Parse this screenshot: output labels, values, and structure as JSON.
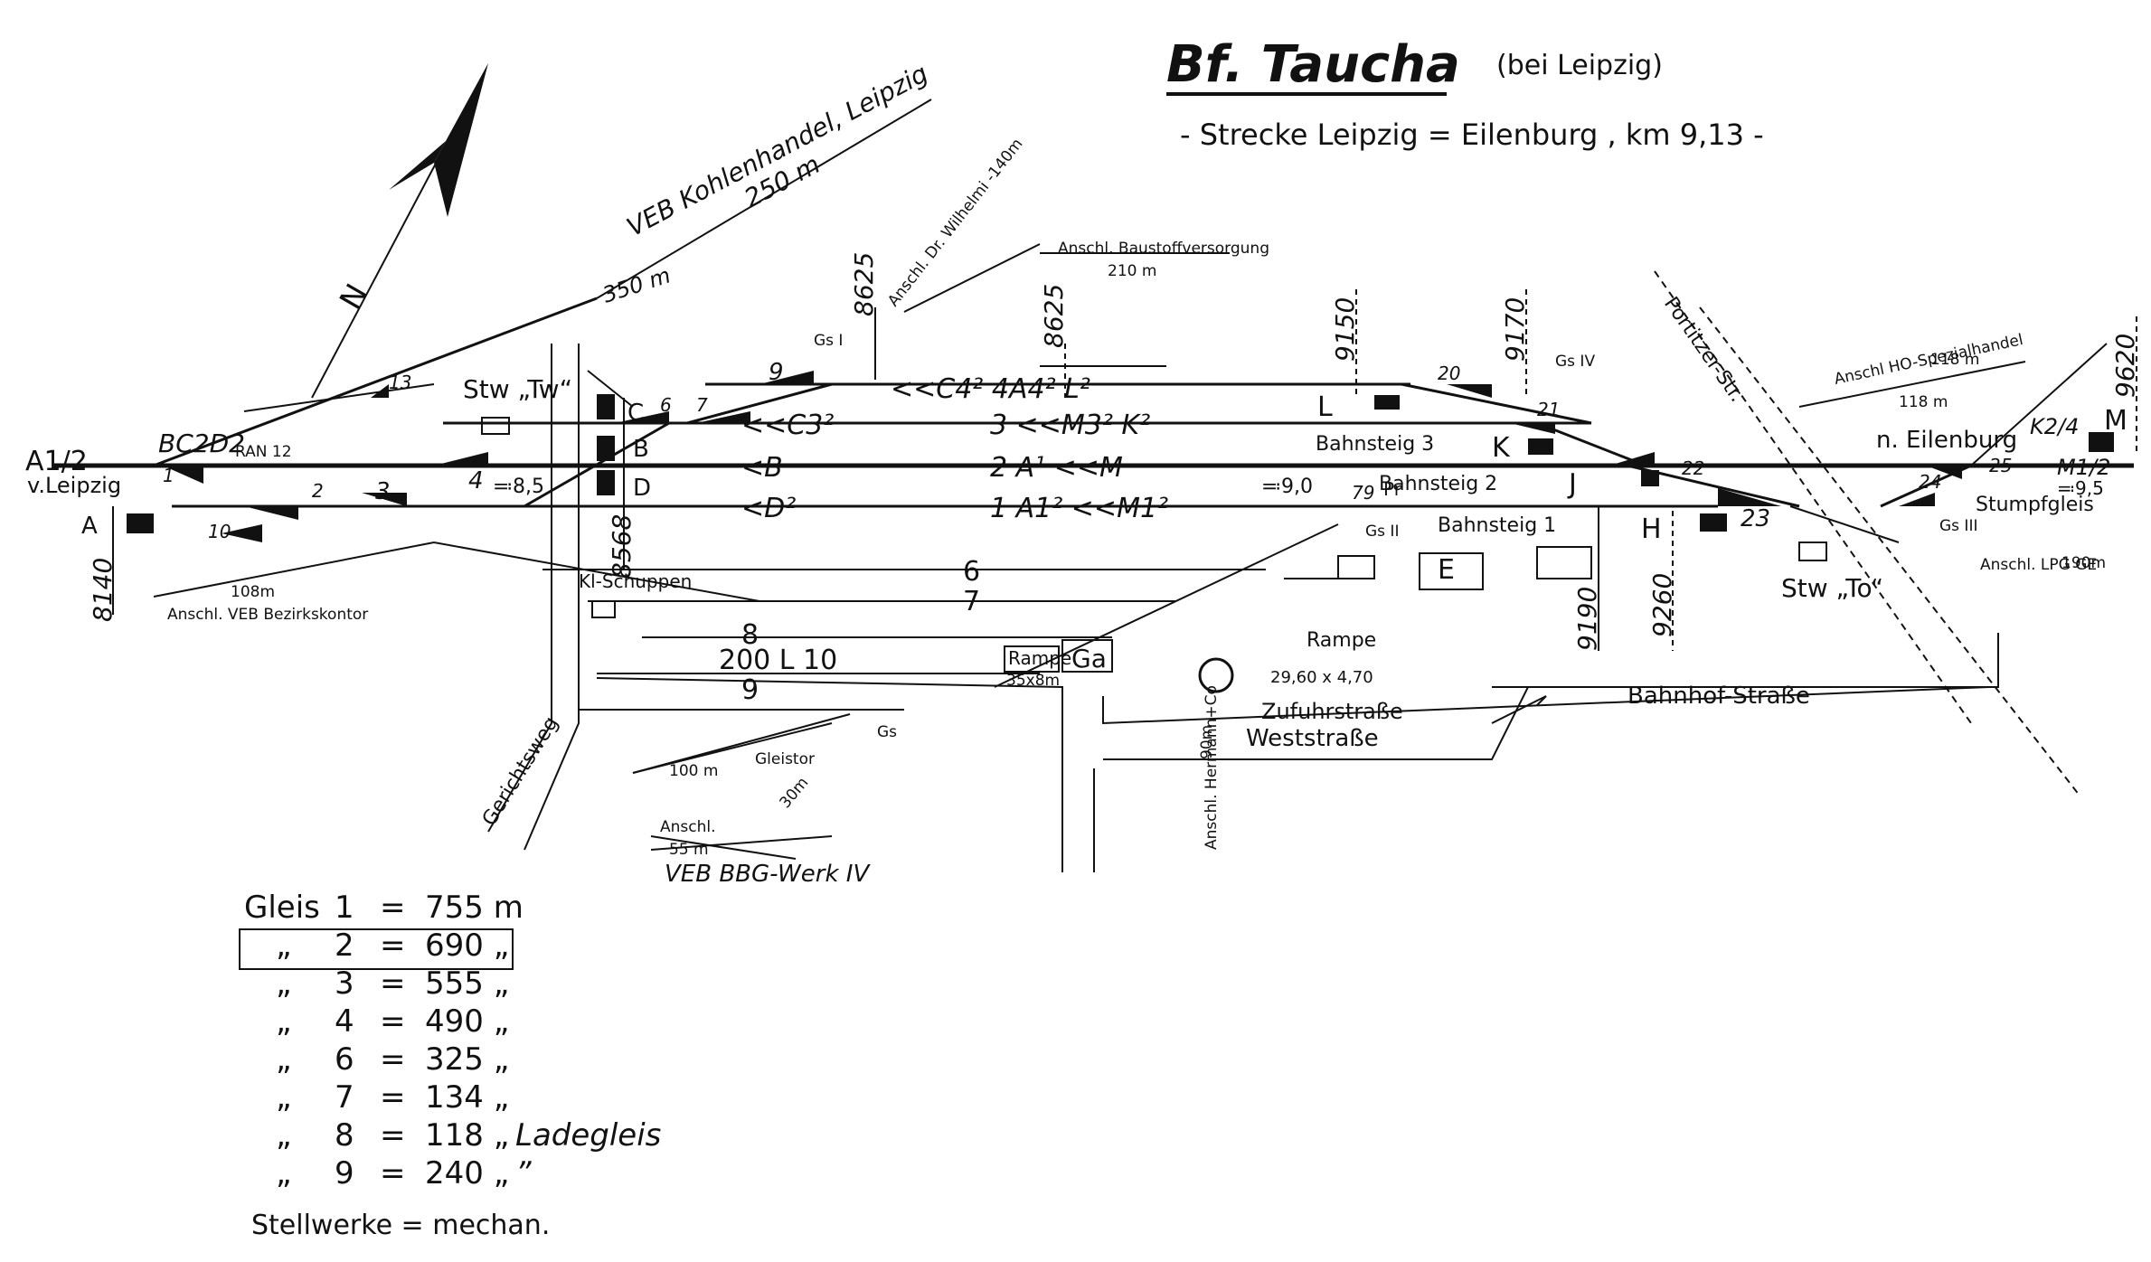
{
  "title": {
    "main": "Bf. Taucha",
    "suffix": "(bei Leipzig)",
    "route": "- Strecke Leipzig = Eilenburg , km 9,13 -"
  },
  "north": "N",
  "sidings": {
    "kohlenhandel": "VEB Kohlenhandel, Leipzig",
    "kohlen_len_a": "250 m",
    "kohlen_len_b": "350 m",
    "wilhelmi": "Anschl. Dr. Wilhelmi -140m",
    "baustoff": "Anschl. Baustoffversorgung",
    "baustoff_len": "210 m",
    "bezirkskontor": "Anschl. VEB Bezirkskontor",
    "bezirkskontor_len": "108m",
    "ho_spezial": "Anschl  HO-Spezialhandel",
    "ho_len": "118 m",
    "ho_len2": "118 m",
    "lpg": "Anschl. LPG  GE",
    "lpg_len": "190m",
    "bbg": "VEB  BBG-Werk IV",
    "bbg_anschl": "Anschl.",
    "bbg_len": "55 m",
    "gleistor": "Gleistor",
    "len_100": "100 m",
    "len_30": "30m",
    "hermann": "Anschl. Hermann+Co",
    "hermann_len": "90m"
  },
  "km_marks": [
    "8140",
    "8568",
    "8625",
    "8625",
    "9150",
    "9170",
    "9190",
    "9260",
    "9620"
  ],
  "signals": {
    "A12": "A1/2",
    "A": "A",
    "BC2D2": "BC2D2",
    "RAN12": "RAN 12",
    "B": "B",
    "C": "C",
    "D": "D",
    "C42": "<<C4²  4A4²  L²",
    "C32": "<<C3²",
    "M32K2": "3    <<M3²  K²",
    "B_main": "<B",
    "A1_main": "2  A¹  <<M",
    "D2_main": "<D²",
    "A21_main": "1  A1²  <<M1²",
    "K": "K",
    "L": "L",
    "J": "J",
    "H": "H",
    "M": "M",
    "K24": "K2/4",
    "M12": "M1/2"
  },
  "switches": [
    "1",
    "2",
    "3",
    "4",
    "6",
    "7",
    "9",
    "10",
    "13",
    "20",
    "21",
    "22",
    "23",
    "24",
    "25",
    "79"
  ],
  "tracks": {
    "t6": "6",
    "t7": "7",
    "t8": "8",
    "t9": "9",
    "l10": "200  L 10"
  },
  "labels": {
    "von_leipzig": "v.Leipzig",
    "n_eilenburg": "n. Eilenburg",
    "stumpfgleis": "Stumpfgleis",
    "stw_tw": "Stw „Tw“",
    "stw_to": "Stw „To“",
    "bahnsteig1": "Bahnsteig 1",
    "bahnsteig2": "Bahnsteig 2",
    "bahnsteig3": "Bahnsteig 3",
    "kl_schuppen": "Kl-Schuppen",
    "rampe": "Rampe",
    "rampe2": "Rampe",
    "rampe_size": "35x8m",
    "rampe2_size": "29,60 x 4,70",
    "ga": "Ga",
    "e": "E",
    "zufuhr": "Zufuhrstraße",
    "west": "Weststraße",
    "bahnhof": "Bahnhof-Straße",
    "gerichtsweg": "Gerichtsweg",
    "portitzer": "Portitzer-Str.",
    "o85": "≕8,5",
    "o90": "≕9,0",
    "o95": "≕9,5",
    "gs1": "Gs I",
    "gs2": "Gs II",
    "gs3": "Gs III",
    "gs4": "Gs IV",
    "gs": "Gs",
    "pr": "Pr"
  },
  "legend": {
    "rows": [
      {
        "a": "Gleis",
        "n": "1",
        "eq": "=",
        "v": "755 m",
        "note": ""
      },
      {
        "a": "„",
        "n": "2",
        "eq": "=",
        "v": "690 „",
        "note": ""
      },
      {
        "a": "„",
        "n": "3",
        "eq": "=",
        "v": "555 „",
        "note": ""
      },
      {
        "a": "„",
        "n": "4",
        "eq": "=",
        "v": "490 „",
        "note": ""
      },
      {
        "a": "„",
        "n": "6",
        "eq": "=",
        "v": "325 „",
        "note": ""
      },
      {
        "a": "„",
        "n": "7",
        "eq": "=",
        "v": "134 „",
        "note": ""
      },
      {
        "a": "„",
        "n": "8",
        "eq": "=",
        "v": "118 „",
        "note": "Ladegleis"
      },
      {
        "a": "„",
        "n": "9",
        "eq": "=",
        "v": "240 „",
        "note": "”"
      }
    ],
    "footer": "Stellwerke = mechan."
  }
}
